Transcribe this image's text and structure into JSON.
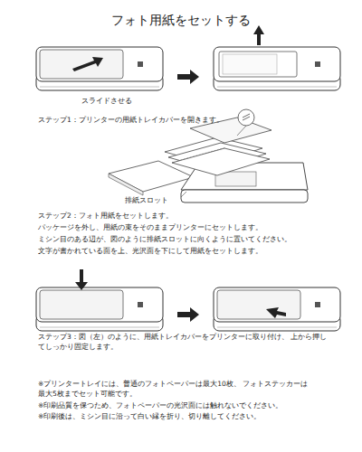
{
  "diagram": {
    "title": "フォト用紙をセットする",
    "labels": [
      "スライドさせる",
      "ステップ1：プリンターの用紙トレイカバーを開きます。",
      "排紙スロット",
      "ステップ2：フォト用紙をセットします。",
      "パッケージを外し、用紙の束をそのままプリンターにセットします。",
      "ミシン目のある辺が、図のように排紙スロットに向くように置いてください。",
      "文字が書かれている面を上、光沢面を下にして用紙をセットします。",
      "ステップ3：図（左）のように、用紙トレイカバーをプリンターに取り付け、 上から押してしっかり固定します。",
      "※プリンタートレイには、普通のフォトペーパーは最大10枚、 フォトステッカーは最大5枚までセット可能です。",
      "※印刷品質を保つため、フォトペーパーの光沢面には触れないでください。",
      "※印刷後は、ミシン目に沿って白い縁を折り、切り離してください。"
    ]
  }
}
